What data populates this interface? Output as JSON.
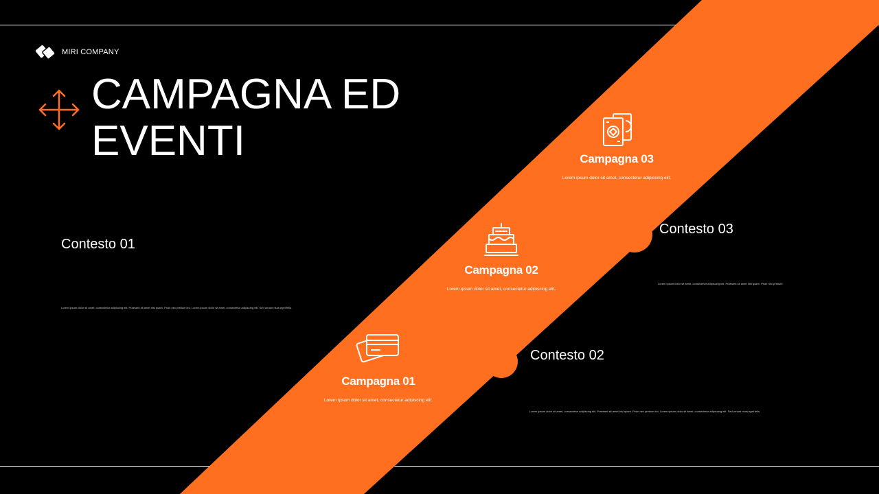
{
  "header": {
    "brand": "MIRI COMPANY",
    "title": "CAMPAGNA ED EVENTI"
  },
  "contexts": [
    {
      "title": "Contesto 01",
      "body": "Lorem ipsum dolor sit amet, consectetur adipiscing elit. Praesent sit amet nisl quam. Proin nec pretium leo. Lorem ipsum dolor sit amet, consectetur adipiscing elit. Sed ornare risus eget felis."
    },
    {
      "title": "Contesto 02",
      "body": "Lorem ipsum dolor sit amet, consectetur adipiscing elit. Praesent sit amet nisl quam. Proin nec pretium leo. Lorem ipsum dolor sit amet, consectetur adipiscing elit. Sed ornare risus eget felis."
    },
    {
      "title": "Contesto 03",
      "body": "Lorem ipsum dolor sit amet, consectetur adipiscing elit. Praesent sit amet nisl quam. Proin nec pretium."
    }
  ],
  "campaigns": [
    {
      "title": "Campagna 01",
      "body": "Lorem ipsum dolor sit amet, consectetur adipiscing elit.",
      "icon": "credit-cards-icon"
    },
    {
      "title": "Campagna 02",
      "body": "Lorem ipsum dolor sit amet, consectetur adipiscing elit.",
      "icon": "birthday-cake-icon"
    },
    {
      "title": "Campagna 03",
      "body": "Lorem ipsum dolor sit amet, consectetur adipiscing elit.",
      "icon": "casino-cards-icon"
    }
  ],
  "colors": {
    "accent": "#FF6F1F",
    "background": "#000000",
    "text": "#FFFFFF"
  }
}
